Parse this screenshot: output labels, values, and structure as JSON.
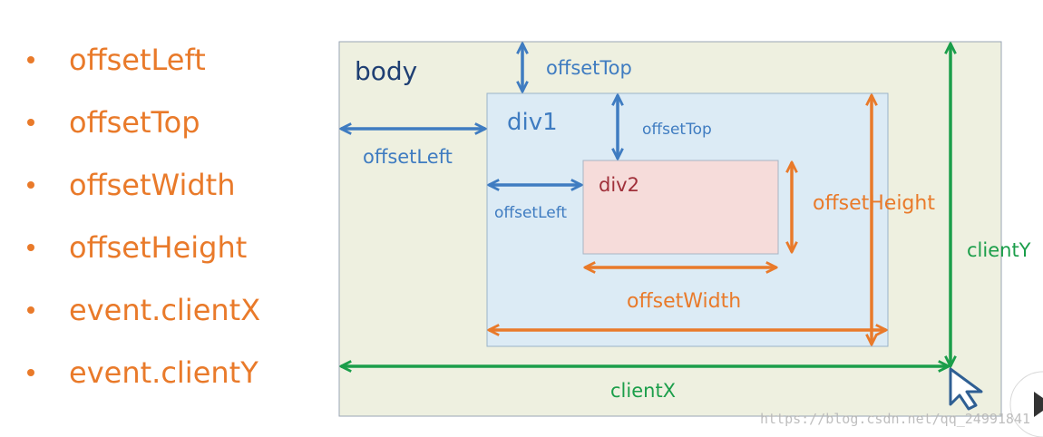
{
  "bullets": [
    "offsetLeft",
    "offsetTop",
    "offsetWidth",
    "offsetHeight",
    "event.clientX",
    "event.clientY"
  ],
  "diagram": {
    "body_label": "body",
    "div1_label": "div1",
    "div2_label": "div2",
    "body_offset_top": "offsetTop",
    "body_offset_left": "offsetLeft",
    "div1_offset_top": "offsetTop",
    "div1_offset_left": "offsetLeft",
    "offset_height": "offsetHeight",
    "offset_width": "offsetWidth",
    "client_x": "clientX",
    "client_y": "clientY"
  },
  "watermark": "https://blog.csdn.net/qq_24991841",
  "colors": {
    "orange": "#e97a2a",
    "blue": "#3f7cc1",
    "green": "#1b9e4a",
    "body_fill": "#eef0e0",
    "div1_fill": "#dcebf5",
    "div2_fill": "#f6dcda",
    "div2_text": "#a0303a",
    "body_text": "#1f3f73"
  }
}
